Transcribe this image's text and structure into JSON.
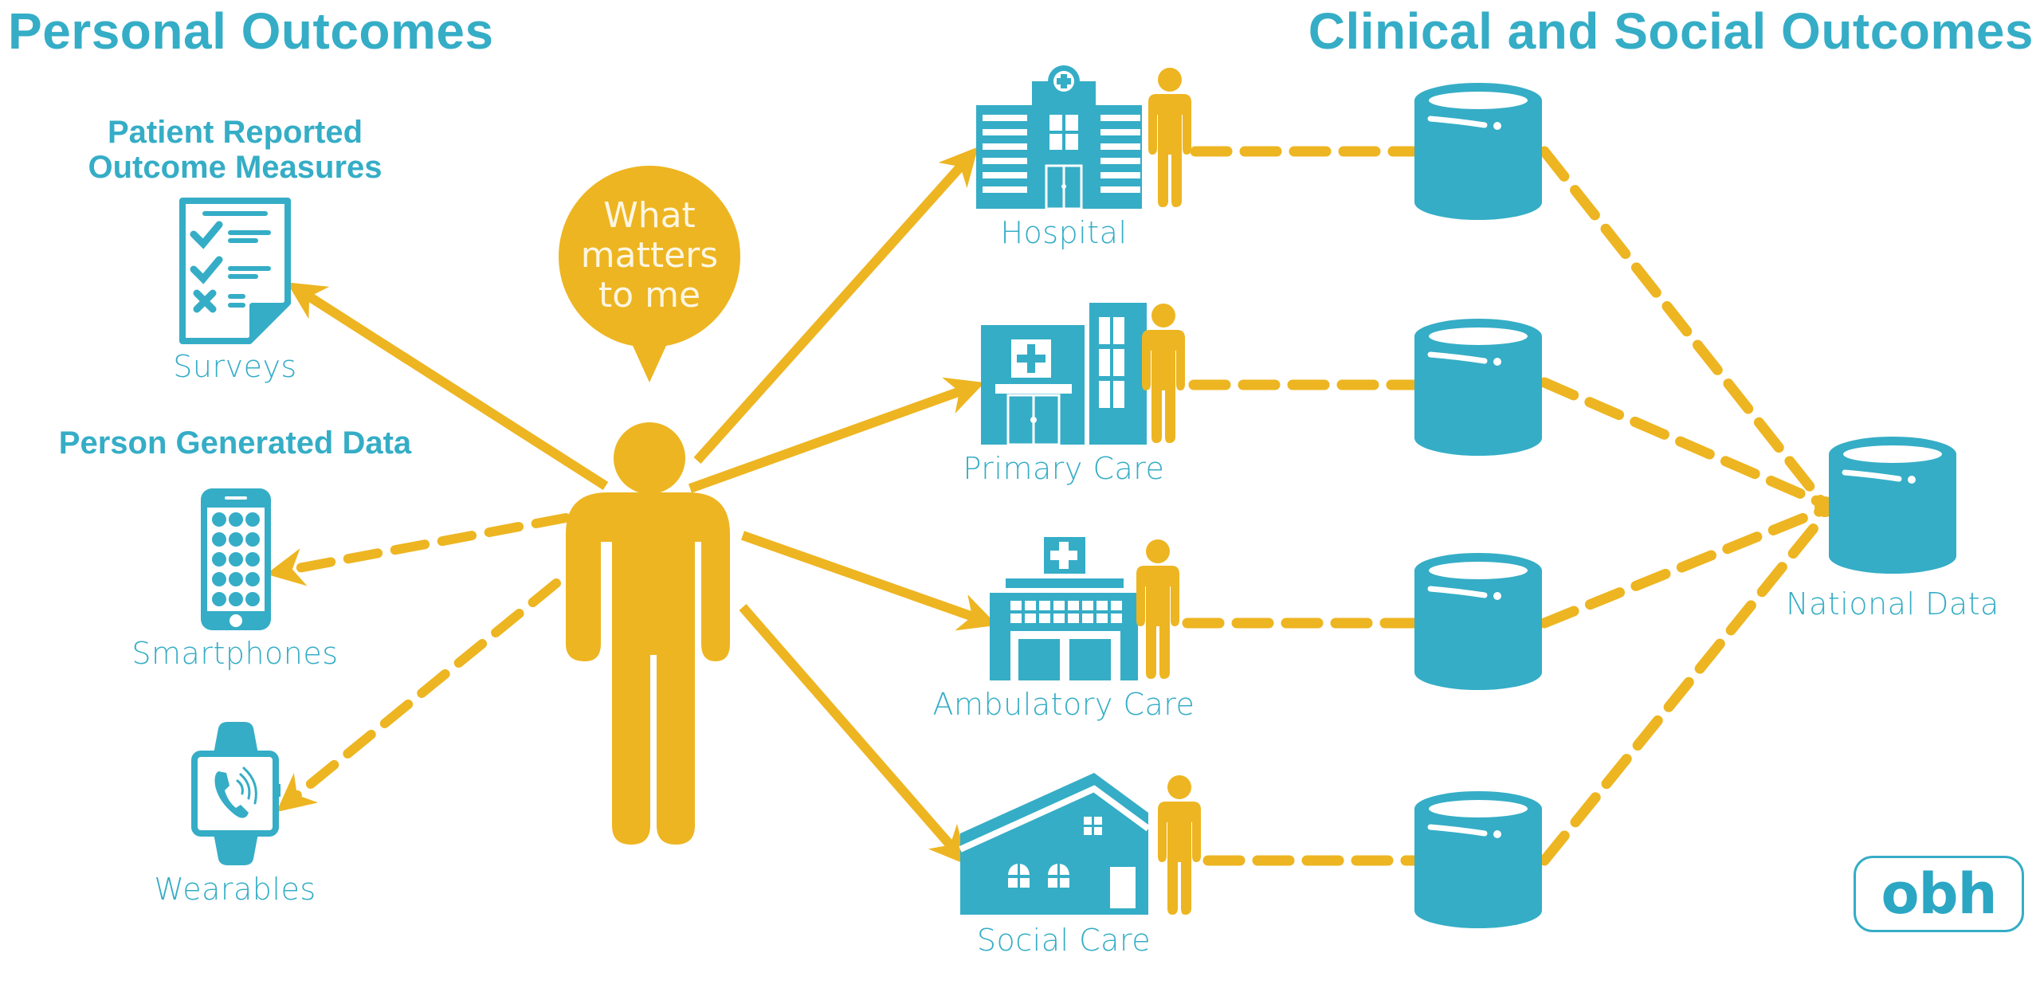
{
  "titles": {
    "left": "Personal Outcomes",
    "right": "Clinical and Social Outcomes"
  },
  "personal": {
    "proms_heading_line1": "Patient Reported",
    "proms_heading_line2": "Outcome Measures",
    "pgd_heading": "Person Generated Data",
    "sources": [
      {
        "label": "Surveys",
        "icon": "survey-checklist-icon",
        "connector": "solid-arrow"
      },
      {
        "label": "Smartphones",
        "icon": "smartphone-icon",
        "connector": "dashed-arrow"
      },
      {
        "label": "Wearables",
        "icon": "smartwatch-icon",
        "connector": "dashed-arrow"
      }
    ]
  },
  "center": {
    "bubble_line1": "What",
    "bubble_line2": "matters",
    "bubble_line3": "to me",
    "icon": "person-icon"
  },
  "care_settings": [
    {
      "label": "Hospital",
      "icon": "hospital-icon"
    },
    {
      "label": "Primary Care",
      "icon": "primary-care-icon"
    },
    {
      "label": "Ambulatory Care",
      "icon": "ambulatory-care-icon"
    },
    {
      "label": "Social Care",
      "icon": "house-icon"
    }
  ],
  "national": {
    "label": "National Data",
    "icon": "database-icon"
  },
  "logo": {
    "text": "obh"
  },
  "colors": {
    "teal": "#35adc6",
    "yellow": "#edb521",
    "background": "#ffffff"
  }
}
